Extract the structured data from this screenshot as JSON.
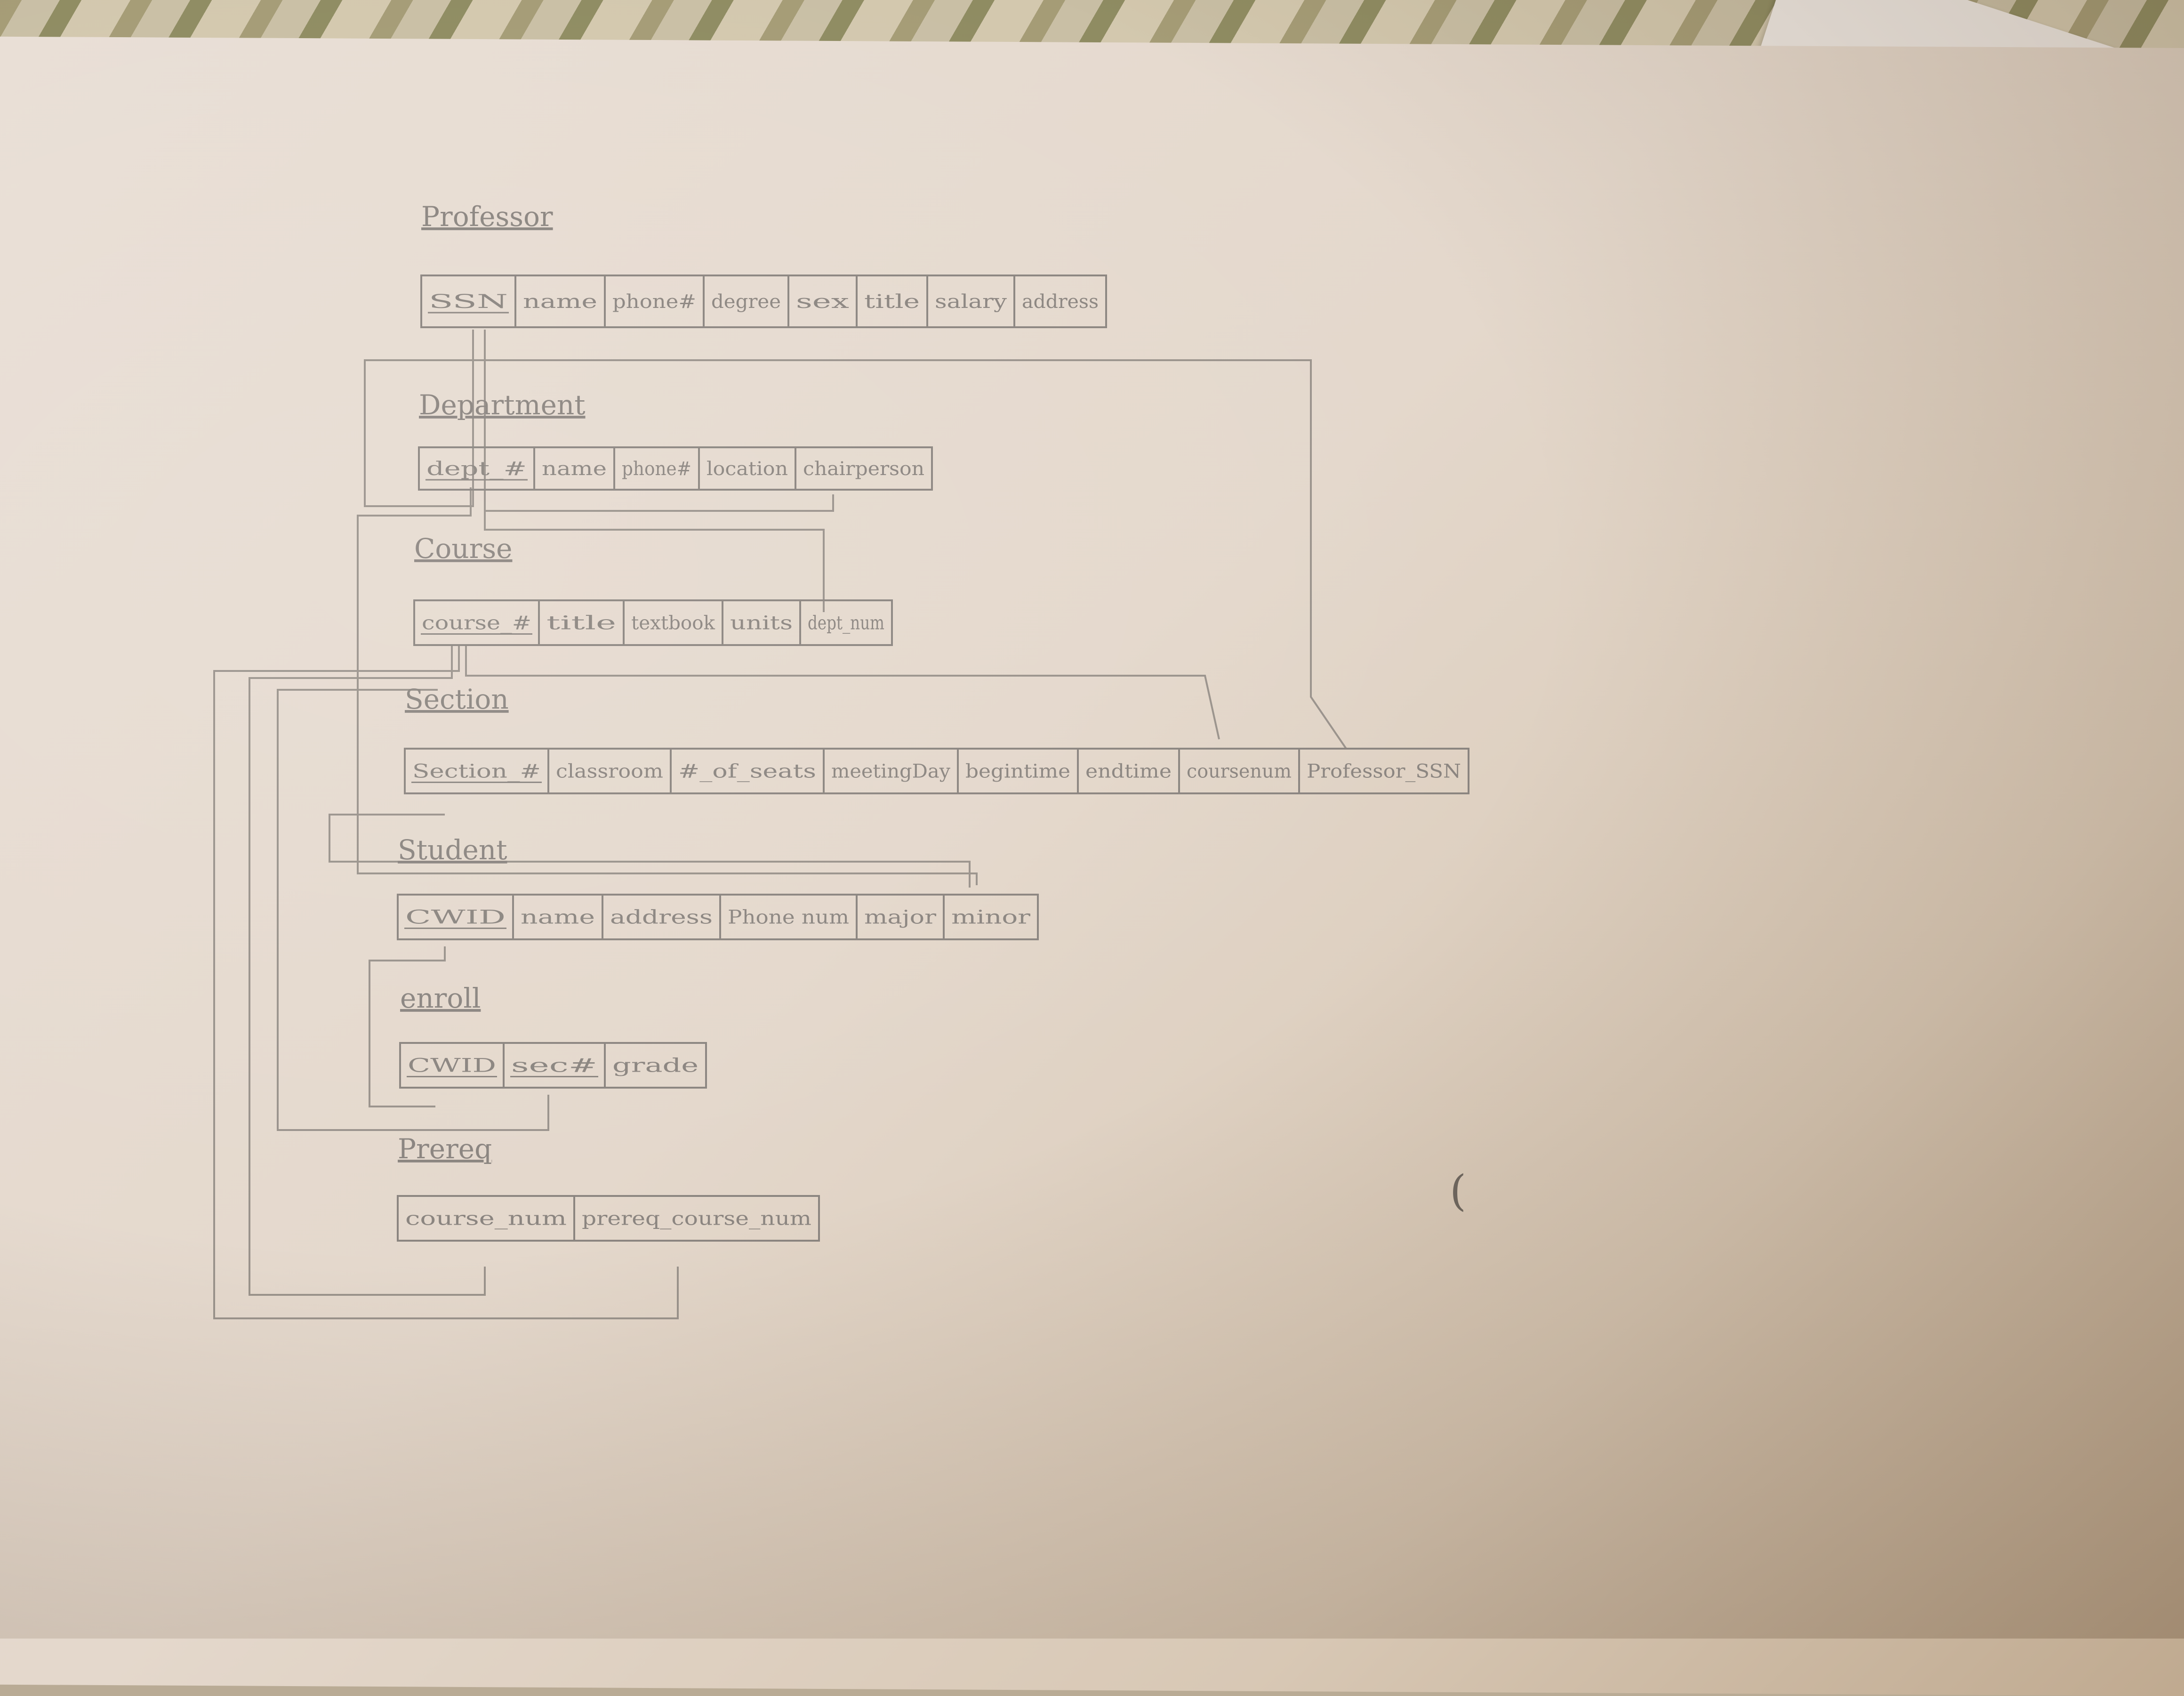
{
  "relations": [
    {
      "name": "Professor",
      "attributes": [
        "SSN",
        "name",
        "phone#",
        "degree",
        "sex",
        "title",
        "salary",
        "address"
      ]
    },
    {
      "name": "Department",
      "attributes": [
        "dept_#",
        "name",
        "phone#",
        "location",
        "chairperson"
      ]
    },
    {
      "name": "Course",
      "attributes": [
        "course_#",
        "title",
        "textbook",
        "units",
        "dept_num"
      ]
    },
    {
      "name": "Section",
      "attributes": [
        "Section_#",
        "classroom",
        "#_of_seats",
        "meetingDay",
        "begintime",
        "endtime",
        "coursenum",
        "Professor_SSN"
      ]
    },
    {
      "name": "Student",
      "attributes": [
        "CWID",
        "name",
        "address",
        "Phone num",
        "major",
        "minor"
      ]
    },
    {
      "name": "enroll",
      "attributes": [
        "CWID",
        "sec#",
        "grade"
      ]
    },
    {
      "name": "Prereq",
      "attributes": [
        "course_num",
        "prereq_course_num"
      ]
    }
  ],
  "stray_mark": "("
}
